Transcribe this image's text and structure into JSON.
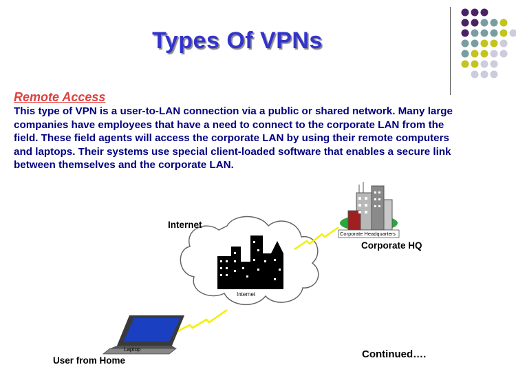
{
  "slide": {
    "title": "Types Of VPNs",
    "section_heading": "Remote Access",
    "body_text": "This type of VPN is a user-to-LAN connection via a public or shared network.  Many large\ncompanies have employees that have a need to connect to the corporate LAN from the\nfield.  These field agents will access the corporate LAN by using their remote computers\nand laptops.  Their systems use special client-loaded software that enables a secure link\nbetween themselves and the corporate LAN."
  },
  "diagram": {
    "internet_label": "Internet",
    "cloud_caption": "Internet",
    "corporate_sign": "Corporate Headquarters",
    "corporate_label": "Corporate HQ",
    "laptop_caption": "Laptop",
    "user_label": "User from Home",
    "continued_label": "Continued…."
  },
  "theme": {
    "title_color": "#3333cc",
    "heading_color": "#e04040",
    "body_color": "#000080",
    "dot_colors": [
      "#4a2266",
      "#7a9ea0",
      "#c4c420",
      "#ccccdd"
    ],
    "lightning_color": "#f2f000"
  }
}
